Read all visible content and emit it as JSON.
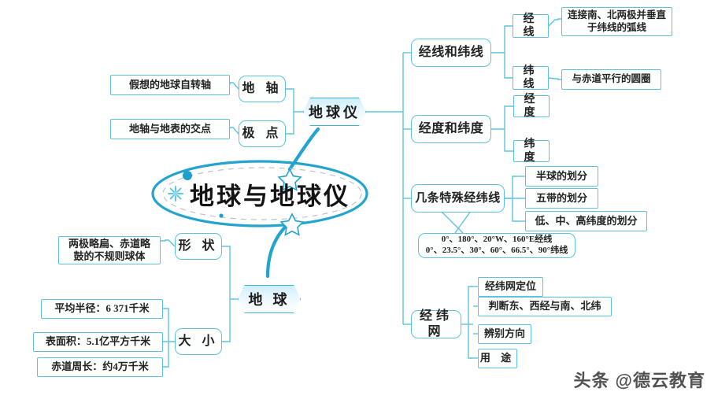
{
  "document": {
    "title": "地球与地球仪 思维导图",
    "type": "mind-map",
    "accent_color": "#2AA8CE",
    "node_border_color": "#5FC3DD",
    "background_color": "#FFFFFF"
  },
  "central": {
    "label": "地球与地球仪"
  },
  "branches": [
    {
      "id": "globe",
      "label": "地球仪",
      "children": [
        {
          "label": "地 轴",
          "note": "假想的地球自转轴"
        },
        {
          "label": "极 点",
          "note": "地轴与地表的交点"
        }
      ]
    },
    {
      "id": "earth",
      "label": "地  球",
      "children": [
        {
          "label": "形 状",
          "notes": [
            "两极略扁、赤道略\n鼓的不规则球体"
          ]
        },
        {
          "label": "大  小",
          "notes": [
            "平均半径：6 371千米",
            "表面积：5.1亿平方千米",
            "赤道周长：约4万千米"
          ]
        }
      ]
    }
  ],
  "topics": [
    {
      "id": "lines",
      "label": "经线和纬线",
      "children": [
        {
          "label": "经 线",
          "note": "连接南、北两极并垂直\n于纬线的弧线"
        },
        {
          "label": "纬 线",
          "note": "与赤道平行的圆圈"
        }
      ]
    },
    {
      "id": "degrees",
      "label": "经度和纬度",
      "children": [
        {
          "label": "经 度"
        },
        {
          "label": "纬 度"
        }
      ]
    },
    {
      "id": "special",
      "label": "几条特殊经纬线",
      "children": [
        {
          "label": "半球的划分"
        },
        {
          "label": "五带的划分"
        },
        {
          "label": "低、中、高纬度的划分"
        }
      ],
      "annotation": "0°、180°、20°W、160°E经线\n0°、23.5°、30°、60°、66.5°、90°纬线"
    },
    {
      "id": "grid",
      "label": "经纬网",
      "children": [
        {
          "label": "经纬网定位"
        },
        {
          "label": "判断东、西经与南、北纬"
        },
        {
          "label": "辨别方向"
        },
        {
          "label": "用 途"
        }
      ]
    }
  ],
  "watermark": {
    "platform": "头条",
    "handle": "@德云教育"
  }
}
